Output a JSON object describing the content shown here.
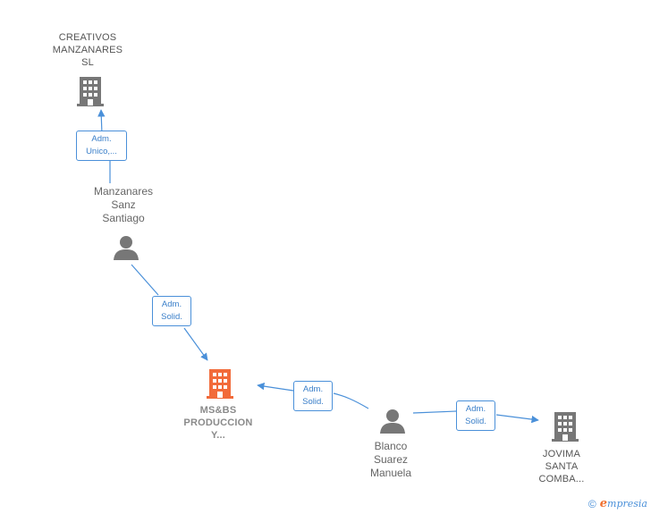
{
  "nodes": {
    "creativos": {
      "label": "CREATIVOS\nMANZANARES\nSL",
      "type": "company"
    },
    "manzanares": {
      "label": "Manzanares\nSanz\nSantiago",
      "type": "person"
    },
    "msbs": {
      "label": "MS&BS\nPRODUCCION\nY...",
      "type": "company",
      "focus": true
    },
    "blanco": {
      "label": "Blanco\nSuarez\nManuela",
      "type": "person"
    },
    "jovima": {
      "label": "JOVIMA\nSANTA\nCOMBA...",
      "type": "company"
    }
  },
  "edges": {
    "e1": {
      "label": "Adm.\nUnico,..."
    },
    "e2": {
      "label": "Adm.\nSolid."
    },
    "e3": {
      "label": "Adm.\nSolid."
    },
    "e4": {
      "label": "Adm.\nSolid."
    }
  },
  "colors": {
    "edge": "#4a90d9",
    "company_icon": "#777777",
    "person_icon": "#777777",
    "focus_icon": "#f26b3a"
  },
  "footer": {
    "copyright": "©",
    "brand_e": "e",
    "brand_rest": "mpresia"
  }
}
